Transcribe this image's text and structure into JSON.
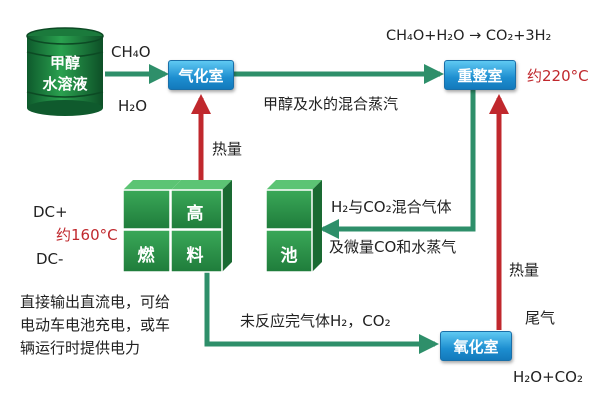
{
  "barrel": {
    "line1": "甲醇",
    "line2": "水溶液"
  },
  "inputs": {
    "ch4o": "CH₄O",
    "h2o": "H₂O"
  },
  "boxes": {
    "gasifier": "气化室",
    "reformer": "重整室",
    "oxidizer": "氧化室"
  },
  "reaction": "CH₄O+H₂O → CO₂+3H₂",
  "reformer_temp": "约220°C",
  "mix_label": "甲醇及水的混合蒸汽",
  "heat_left": "热量",
  "heat_right": "热量",
  "exhaust": "尾气",
  "oxidizer_output": "H₂O+CO₂",
  "fuel_cell": {
    "chars": [
      "高",
      "燃",
      "料"
    ],
    "dc_plus": "DC+",
    "dc_minus": "DC-",
    "temp": "约160°C"
  },
  "second_cube": {
    "char": "池"
  },
  "gas_mix_line1": "H₂与CO₂混合气体",
  "gas_mix_line2": "及微量CO和水蒸气",
  "unreacted": "未反应完气体H₂，CO₂",
  "description": [
    "直接输出直流电，可给",
    "电动车电池充电，或车",
    "辆运行时提供电力"
  ],
  "colors": {
    "arrow_green": "#2e8f6a",
    "arrow_red": "#c0282d",
    "cube_green": "#2f9b4e",
    "box_blue": "#1d8ed0"
  }
}
